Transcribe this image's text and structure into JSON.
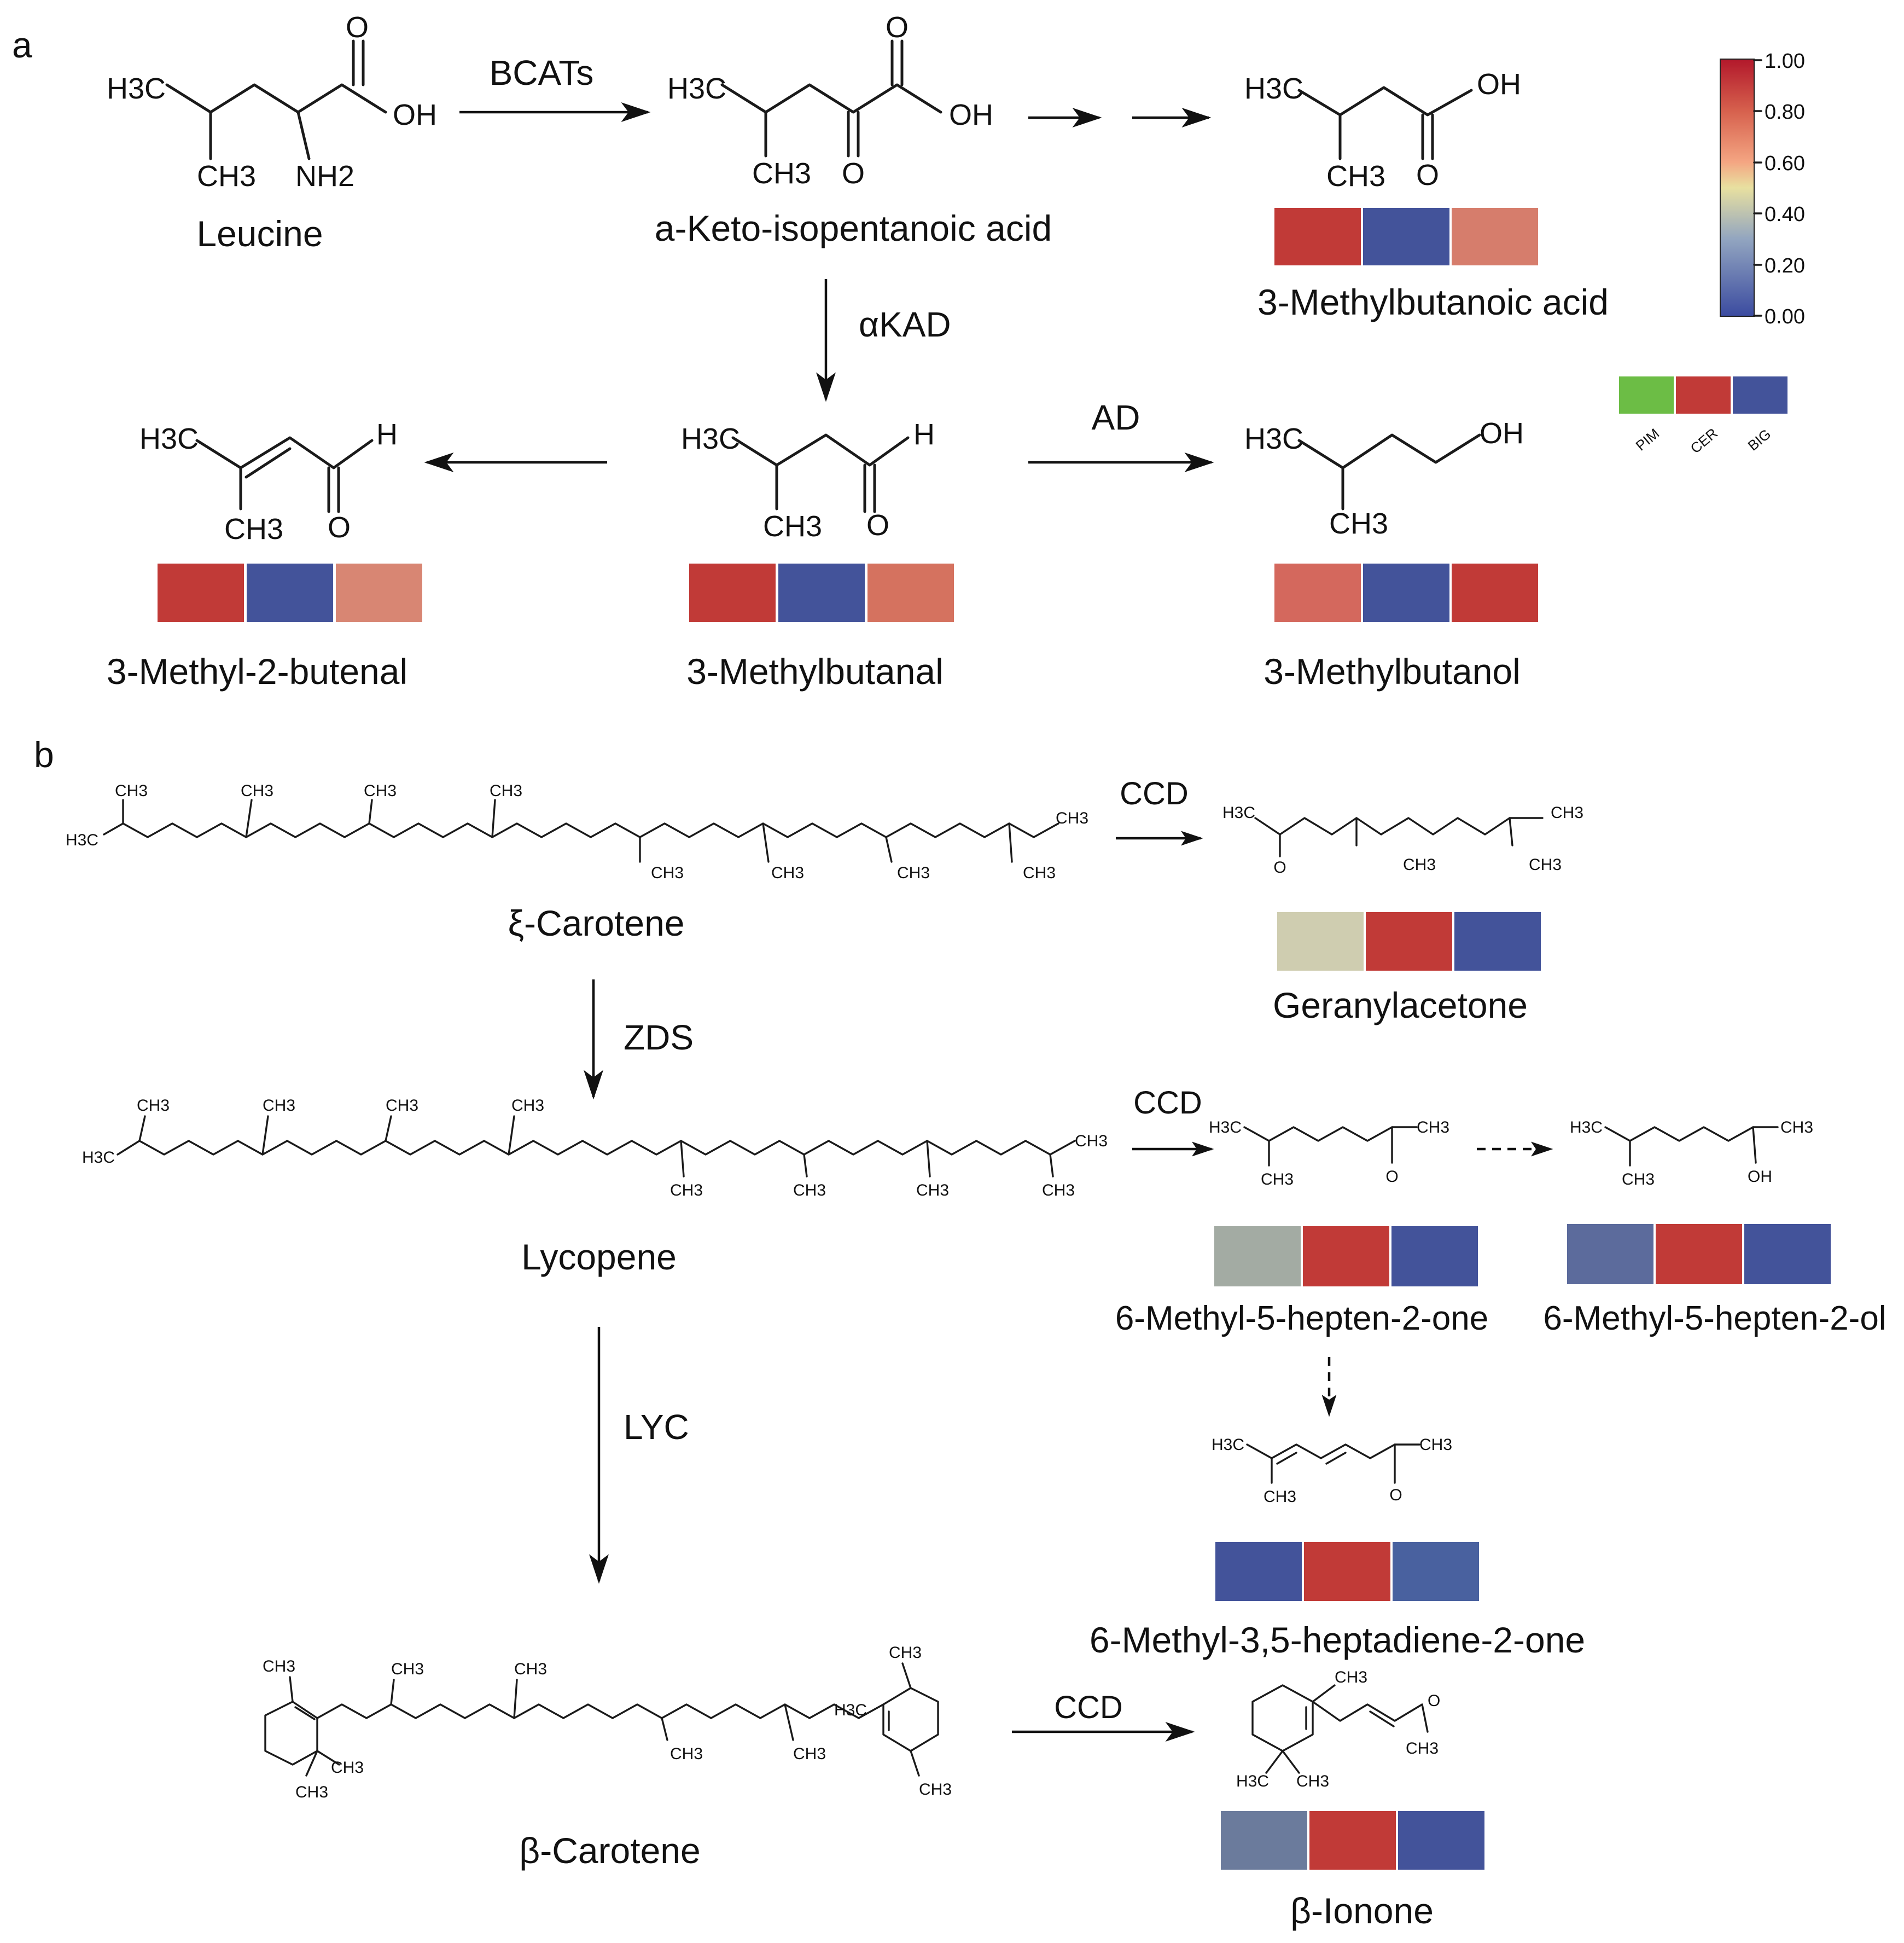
{
  "panels": {
    "a": "a",
    "b": "b"
  },
  "enzymes": {
    "bcats": "BCATs",
    "akad": "αKAD",
    "ad": "AD",
    "zds": "ZDS",
    "lyc": "LYC",
    "ccd": "CCD"
  },
  "compounds": {
    "leucine": "Leucine",
    "keto_acid": "a-Keto-isopentanoic acid",
    "methylbutanoic_acid": "3-Methylbutanoic acid",
    "methyl_butenal": "3-Methyl-2-butenal",
    "methylbutanal": "3-Methylbutanal",
    "methylbutanol": "3-Methylbutanol",
    "xi_carotene": "ξ-Carotene",
    "geranylacetone": "Geranylacetone",
    "lycopene": "Lycopene",
    "methylheptenone": "6-Methyl-5-hepten-2-one",
    "methylheptenol": "6-Methyl-5-hepten-2-ol",
    "methylheptadienone": "6-Methyl-3,5-heptadiene-2-one",
    "beta_carotene": "β-Carotene",
    "beta_ionone": "β-Ionone"
  },
  "atom_labels": {
    "h3c": "H3C",
    "ch3": "CH3",
    "oh": "OH",
    "o": "O",
    "h": "H",
    "nh2": "NH2"
  },
  "legend": {
    "groups": [
      "PIM",
      "CER",
      "BIG"
    ],
    "group_colors": [
      "#6cbd45",
      "#c13a37",
      "#43539a"
    ],
    "colorbar_ticks": [
      "1.00",
      "0.80",
      "0.60",
      "0.40",
      "0.20",
      "0.00"
    ],
    "colorbar_stops": [
      "#b2182b",
      "#d6604d",
      "#f4a582",
      "#e8e0a0",
      "#92a5c0",
      "#3b4ba0"
    ]
  },
  "heatmaps": {
    "methylbutanoic_acid": [
      "#c13a37",
      "#43539a",
      "#d67d6c"
    ],
    "methyl_butenal": [
      "#c13a37",
      "#43539a",
      "#d88673"
    ],
    "methylbutanal": [
      "#c13a37",
      "#43539a",
      "#d5725f"
    ],
    "methylbutanol": [
      "#d4685d",
      "#43539a",
      "#c13a37"
    ],
    "geranylacetone": [
      "#cfcdb0",
      "#c13a37",
      "#43539a"
    ],
    "methylheptenone": [
      "#a3aba3",
      "#c13a37",
      "#43539a"
    ],
    "methylheptenol": [
      "#5c6b9c",
      "#c13a37",
      "#43539a"
    ],
    "methylheptadienone": [
      "#43539a",
      "#c13a37",
      "#49619f"
    ],
    "beta_ionone": [
      "#6b7b9c",
      "#c13a37",
      "#43539a"
    ]
  }
}
